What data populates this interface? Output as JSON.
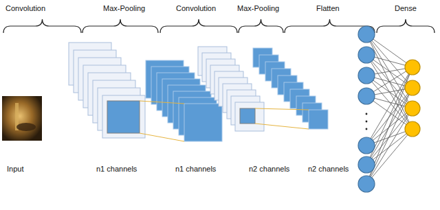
{
  "diagram": {
    "labels": [
      "Convolution",
      "Max-Pooling",
      "Convolution",
      "Max-Pooling",
      "Flatten",
      "Dense",
      "Input",
      "n1 channels",
      "n1 channels",
      "n2 channels",
      "n2 channels"
    ]
  }
}
